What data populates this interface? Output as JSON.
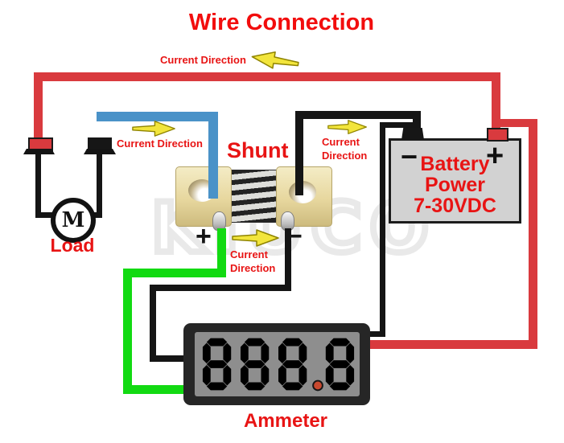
{
  "title": "Wire Connection",
  "watermark": "KIUCO",
  "annotations": {
    "current_direction": "Current Direction",
    "current": "Current",
    "direction": "Direction"
  },
  "components": {
    "shunt": {
      "label": "Shunt",
      "plus": "+",
      "minus": "−"
    },
    "load": {
      "label": "Load",
      "motor": "M"
    },
    "battery": {
      "line1": "Battery",
      "line2": "Power",
      "line3": "7-30VDC",
      "plus": "+",
      "minus": "−"
    },
    "ammeter": {
      "label": "Ammeter",
      "display": "888.8"
    }
  },
  "colors": {
    "title_red": "#f20d0d",
    "label_red": "#e81414",
    "wire_red": "#d93a3e",
    "wire_black": "#151515",
    "wire_blue": "#4a92c8",
    "wire_green": "#12da12",
    "arrow_fill": "#f2e53c",
    "arrow_stroke": "#8f8400",
    "battery_body": "#d2d2d2",
    "shunt_tan": "#e7d79e",
    "frame_dark": "#262626",
    "display_gray": "#8e8e8e",
    "digit_red": "#c8492f"
  }
}
